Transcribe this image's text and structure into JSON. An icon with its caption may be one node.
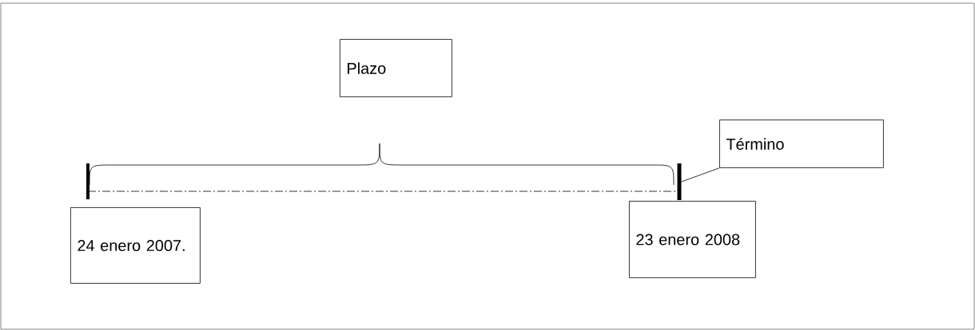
{
  "diagram": {
    "nodes": [
      {
        "text": [
          "Plazo"
        ]
      },
      {
        "text": [
          "Término"
        ]
      },
      {
        "text": [
          "24 enero 2007."
        ]
      },
      {
        "text": [
          "23 enero 2008"
        ]
      },
      {
        "text": [],
        "shape": "bar"
      }
    ],
    "edges": [
      {
        "from": 1,
        "to": 4,
        "arrow": "none"
      }
    ]
  }
}
